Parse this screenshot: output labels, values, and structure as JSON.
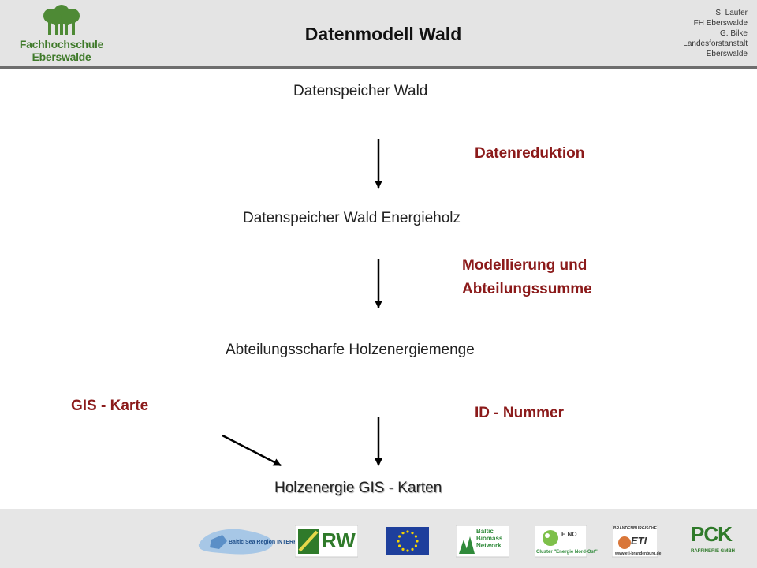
{
  "header": {
    "title": "Datenmodell Wald",
    "logo": {
      "line1": "Fachhochschule",
      "line2": "Eberswalde",
      "color": "#3f7a2a"
    },
    "credits": [
      "S. Laufer",
      "FH Eberswalde",
      "G. Bilke",
      "Landesforstanstalt",
      "Eberswalde"
    ]
  },
  "diagram": {
    "nodes": {
      "n1": "Datenspeicher Wald",
      "n2": "Datenspeicher Wald Energieholz",
      "n3": "Abteilungsscharfe Holzenergiemenge",
      "n4": "Holzenergie GIS - Karten"
    },
    "steps": {
      "s1": "Datenreduktion",
      "s2_line1": "Modellierung und",
      "s2_line2": "Abteilungssumme",
      "s3": "ID - Nummer",
      "gis": "GIS - Karte"
    },
    "step_color": "#8b1a1a"
  },
  "footer": {
    "partners": {
      "baltic_sea": "Baltic Sea Region INTERREG III B",
      "rw": "RW",
      "biomass_1": "Baltic",
      "biomass_2": "Biomass",
      "biomass_3": "Network",
      "eno_1": "E NO",
      "eno_2": "Cluster \"Energie Nord-Ost\"",
      "eti_1": "BRANDENBURGISCHE",
      "eti_2": "ETI",
      "eti_3": "www.eti-brandenburg.de",
      "pck_1": "PCK",
      "pck_2": "RAFFINERIE GMBH"
    }
  }
}
